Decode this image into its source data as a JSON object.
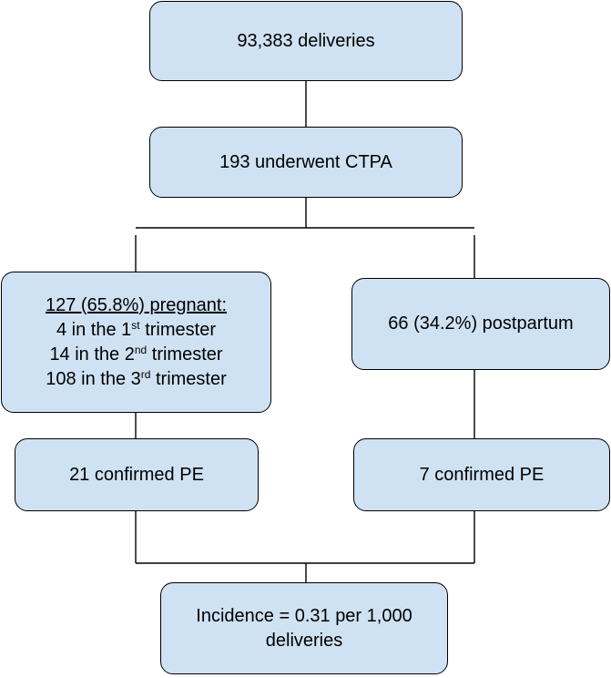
{
  "nodes": {
    "total": "93,383 deliveries",
    "ctpa": "193 underwent CTPA",
    "pregnant": {
      "heading": "127 (65.8%) pregnant:",
      "trimesters": [
        {
          "pre": "4 in the 1",
          "sup": "st",
          "post": " trimester"
        },
        {
          "pre": "14 in the 2",
          "sup": "nd",
          "post": " trimester"
        },
        {
          "pre": "108 in the 3",
          "sup": "rd",
          "post": " trimester"
        }
      ]
    },
    "postpartum": "66 (34.2%) postpartum",
    "pe_pregnant": "21 confirmed PE",
    "pe_postpartum": "7 confirmed PE",
    "incidence": {
      "line1": "Incidence = 0.31 per 1,000",
      "line2": "deliveries"
    }
  },
  "colors": {
    "box_fill": "#cfe2f3",
    "box_border": "#000000",
    "connector": "#000000"
  }
}
